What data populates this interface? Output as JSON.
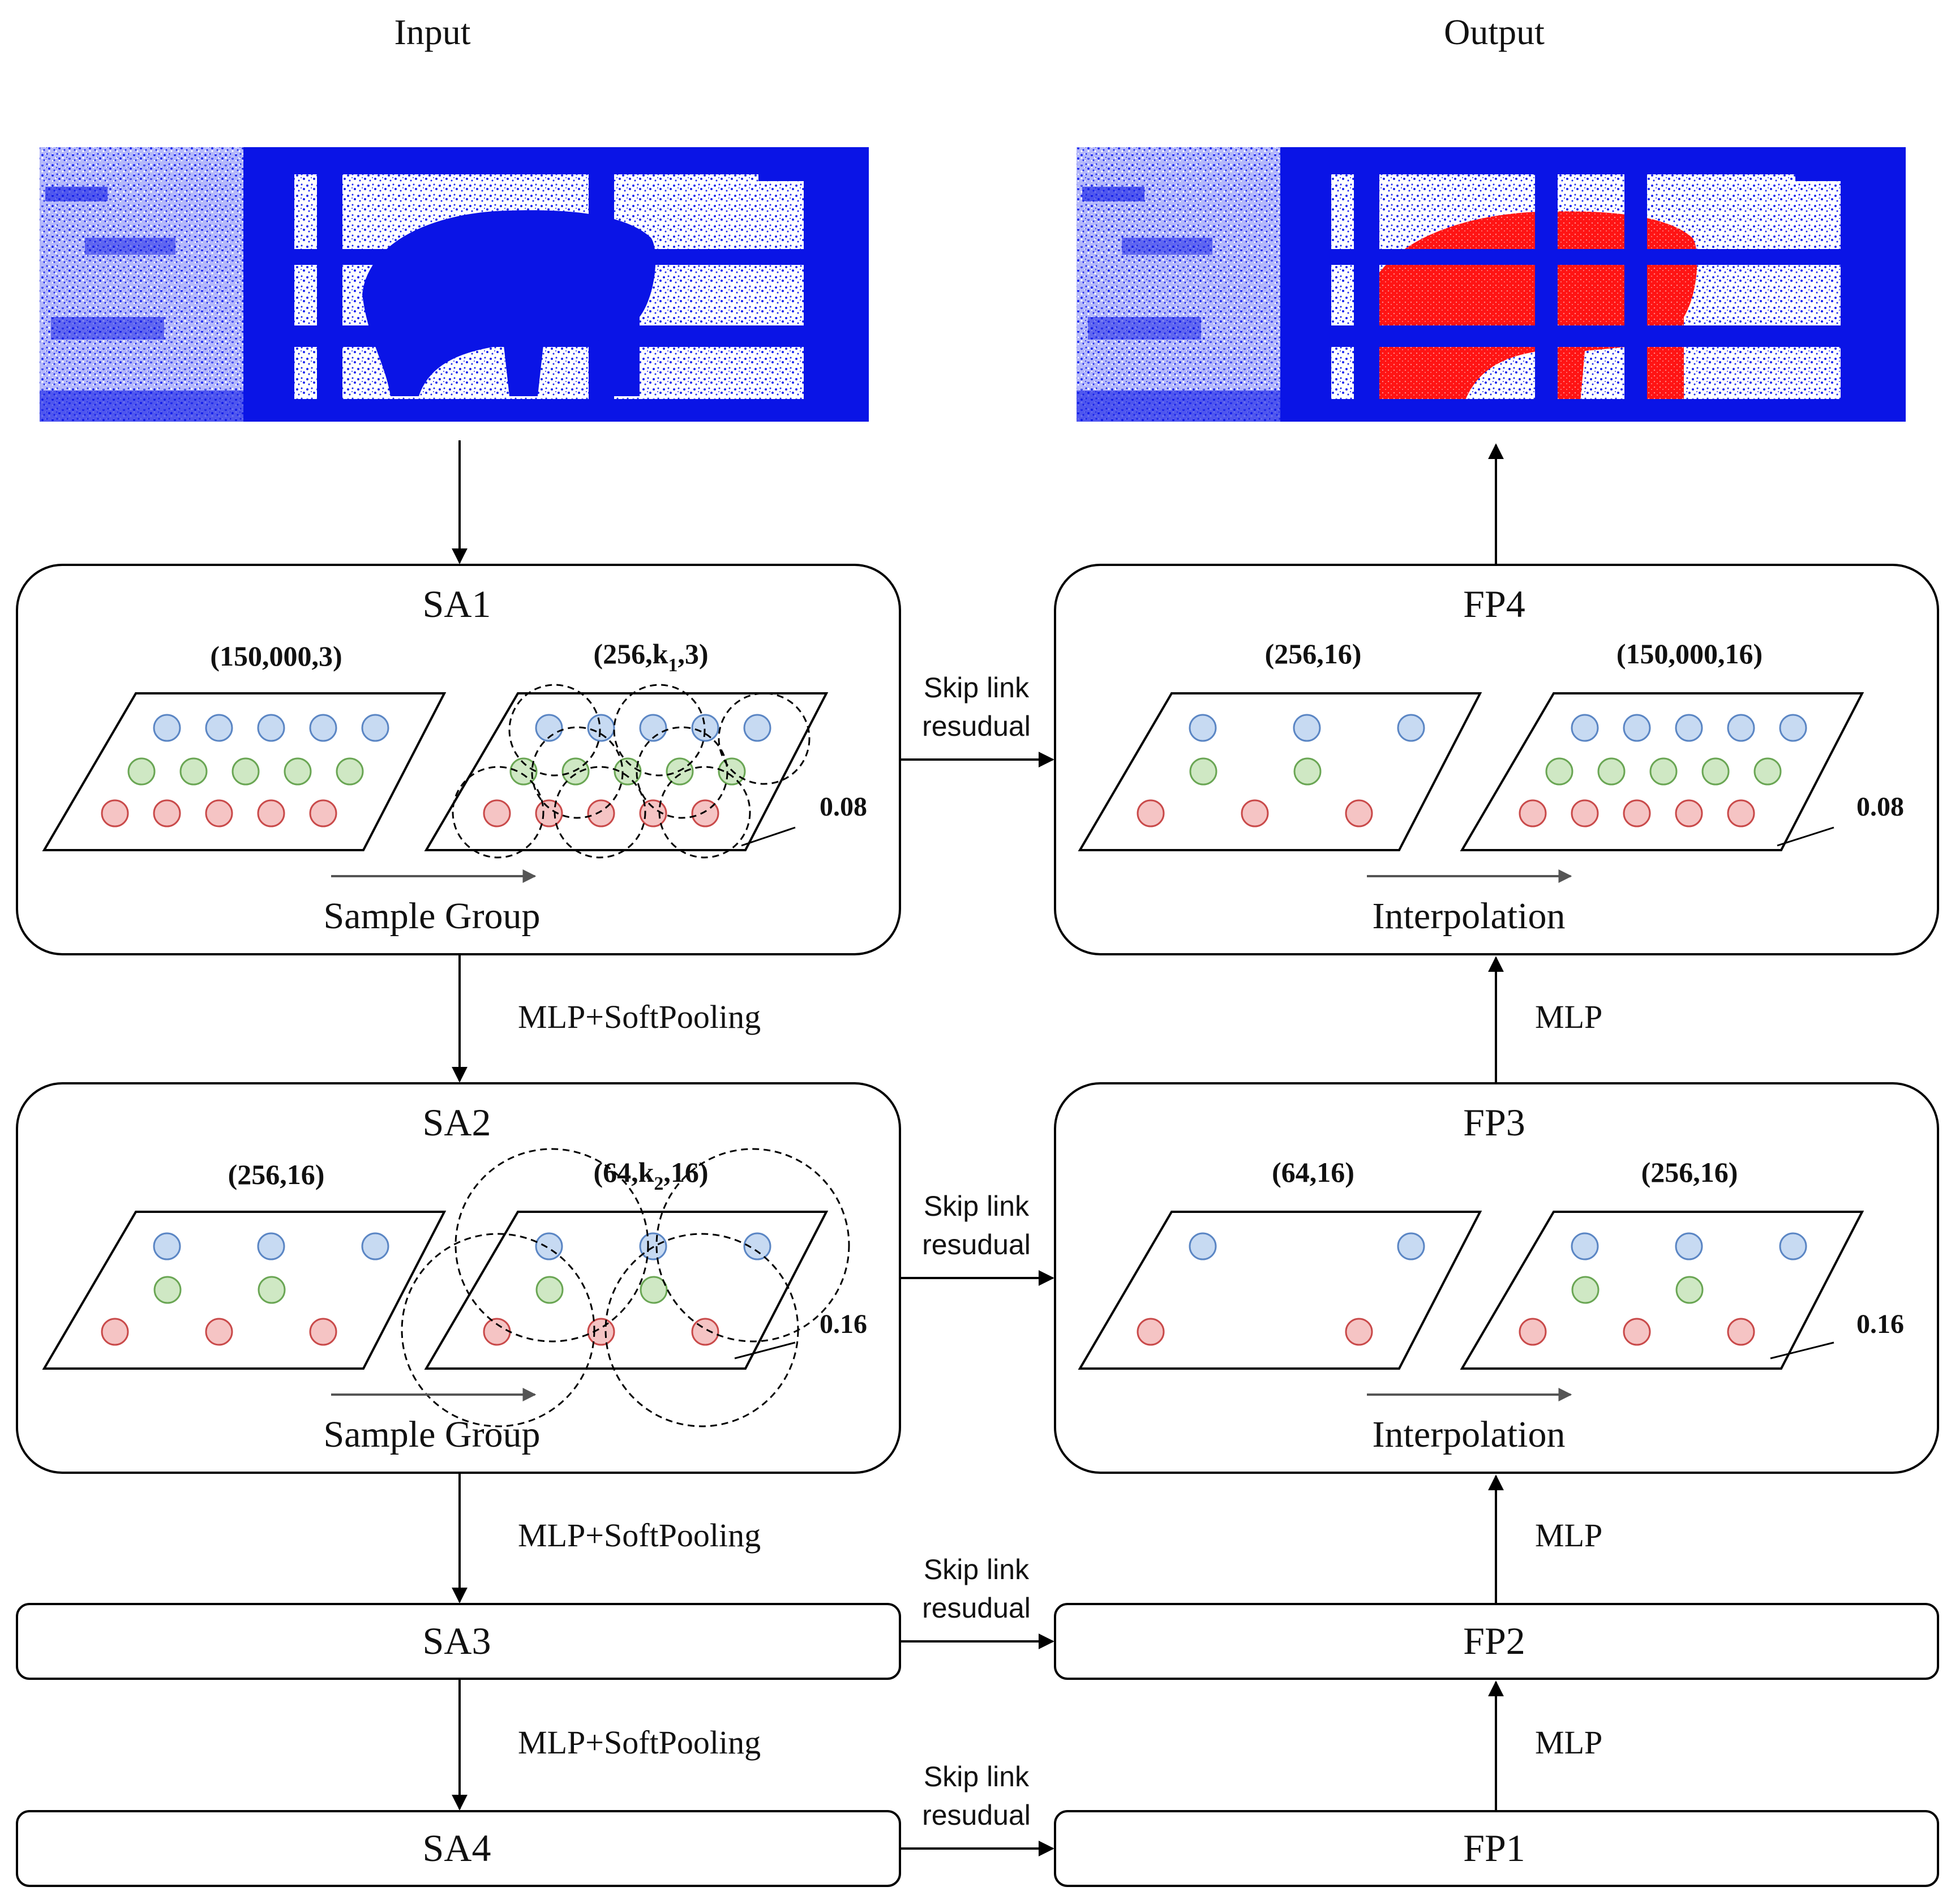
{
  "headers": {
    "input": "Input",
    "output": "Output"
  },
  "colors": {
    "input_cloud": "#0a14e6",
    "segmented": "#ff1a1a",
    "dot_blue_fill": "#c7daf2",
    "dot_blue_stroke": "#5b86c4",
    "dot_green_fill": "#cfe8c4",
    "dot_green_stroke": "#6aa654",
    "dot_red_fill": "#f5c4c4",
    "dot_red_stroke": "#c94a4a"
  },
  "sa1": {
    "title": "SA1",
    "left_dims": "(150,000,3)",
    "right_dims_prefix": "(256,k",
    "right_dims_sub": "1",
    "right_dims_suffix": ",3)",
    "radius": "0.08",
    "caption": "Sample Group"
  },
  "sa2": {
    "title": "SA2",
    "left_dims": "(256,16)",
    "right_dims_prefix": "(64,k",
    "right_dims_sub": "2",
    "right_dims_suffix": ",16)",
    "radius": "0.16",
    "caption": "Sample Group"
  },
  "sa3": {
    "title": "SA3"
  },
  "sa4": {
    "title": "SA4"
  },
  "fp4": {
    "title": "FP4",
    "left_dims": "(256,16)",
    "right_dims": "(150,000,16)",
    "radius": "0.08",
    "caption": "Interpolation"
  },
  "fp3": {
    "title": "FP3",
    "left_dims": "(64,16)",
    "right_dims": "(256,16)",
    "radius": "0.16",
    "caption": "Interpolation"
  },
  "fp2": {
    "title": "FP2"
  },
  "fp1": {
    "title": "FP1"
  },
  "edges": {
    "mlp_softpool": "MLP+SoftPooling",
    "mlp": "MLP",
    "skip_line1": "Skip link",
    "skip_line2": "resudual"
  }
}
